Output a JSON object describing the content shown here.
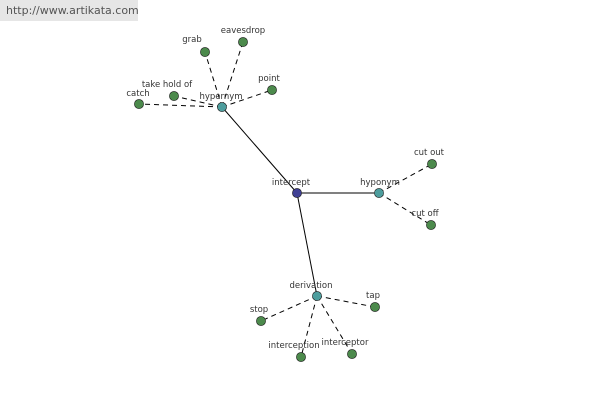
{
  "watermark": "http://www.artikata.com",
  "colors": {
    "center": "#3f3f94",
    "relation": "#4d9d9d",
    "leaf": "#4c8a4c"
  },
  "graph": {
    "center": {
      "id": "intercept",
      "label": "intercept"
    },
    "relations": [
      {
        "id": "hypernym",
        "label": "hypernym",
        "leaves": [
          "grab",
          "eavesdrop",
          "point",
          "take hold of",
          "catch"
        ]
      },
      {
        "id": "hyponym",
        "label": "hyponym",
        "leaves": [
          "cut out",
          "cut off"
        ]
      },
      {
        "id": "derivation",
        "label": "derivation",
        "leaves": [
          "tap",
          "interceptor",
          "interception",
          "stop"
        ]
      }
    ]
  }
}
